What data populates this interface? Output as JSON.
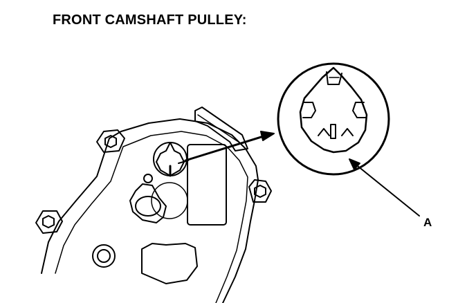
{
  "title": "FRONT CAMSHAFT PULLEY:",
  "callouts": [
    {
      "id": "A",
      "label": "A"
    }
  ],
  "colors": {
    "ink": "#000000",
    "paper": "#ffffff"
  }
}
